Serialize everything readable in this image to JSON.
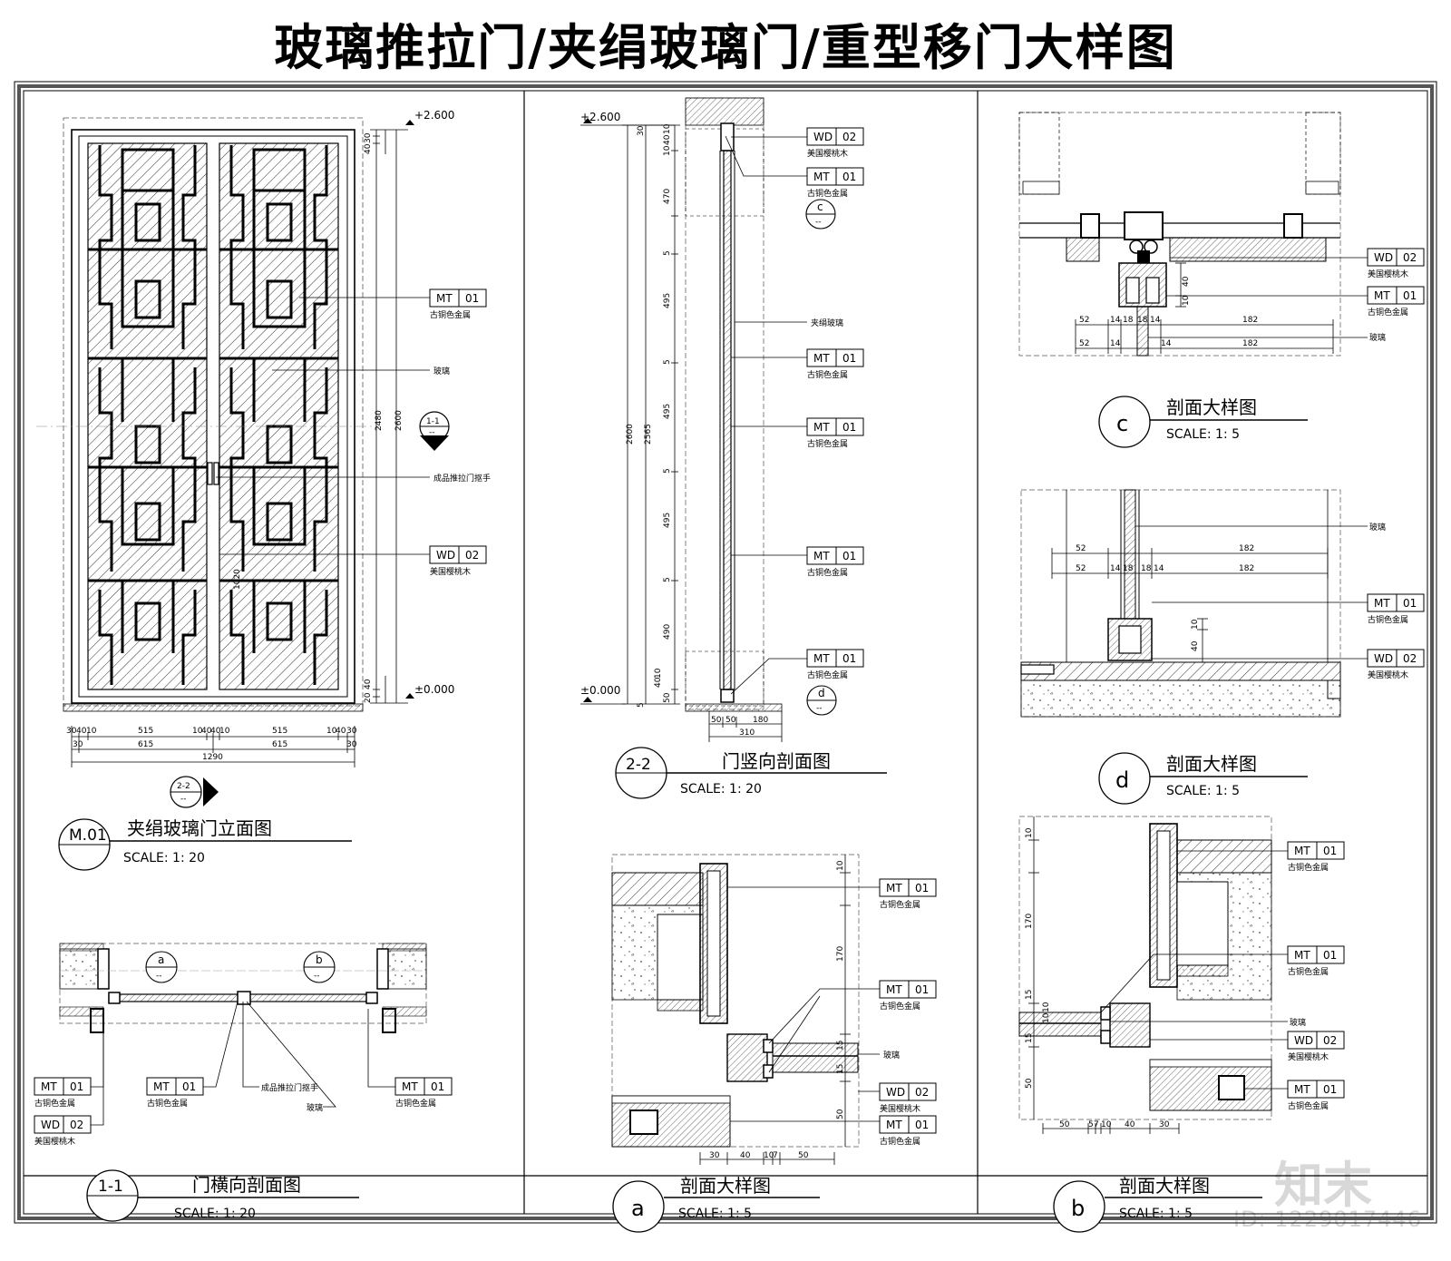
{
  "page_title": "玻璃推拉门/夹绢玻璃门/重型移门大样图",
  "views": {
    "m01": {
      "id": "M.01",
      "title": "夹绢玻璃门立面图",
      "scale": "SCALE: 1: 20"
    },
    "v22": {
      "id": "2-2",
      "title": "门竖向剖面图",
      "scale": "SCALE: 1: 20"
    },
    "c": {
      "id": "c",
      "title": "剖面大样图",
      "scale": "SCALE: 1: 5"
    },
    "d": {
      "id": "d",
      "title": "剖面大样图",
      "scale": "SCALE: 1: 5"
    },
    "v11": {
      "id": "1-1",
      "title": "门横向剖面图",
      "scale": "SCALE: 1: 20"
    },
    "a": {
      "id": "a",
      "title": "剖面大样图",
      "scale": "SCALE: 1: 5"
    },
    "b": {
      "id": "b",
      "title": "剖面大样图",
      "scale": "SCALE: 1: 5"
    }
  },
  "materials": {
    "mt01": {
      "code": "MT",
      "num": "01",
      "desc": "古铜色金属"
    },
    "wd02": {
      "code": "WD",
      "num": "02",
      "desc": "美国樱桃木"
    }
  },
  "labels": {
    "glass": "玻璃",
    "silk_glass": "夹绢玻璃",
    "handle": "成品推拉门抠手"
  },
  "elevations": {
    "top": "+2.600",
    "bottom": "±0.000"
  },
  "section_marks": {
    "s11": "1-1",
    "s22": "2-2",
    "c": "c",
    "d": "d",
    "a": "a",
    "b": "b",
    "dash": "--"
  },
  "dims": {
    "m01_bottom_row1": [
      "30",
      "40",
      "10",
      "515",
      "10",
      "40",
      "40",
      "10",
      "515",
      "10",
      "40",
      "30"
    ],
    "m01_bottom_row2": [
      "30",
      "615",
      "615",
      "30"
    ],
    "m01_total": "1290",
    "m01_right": [
      "30",
      "40",
      "10",
      "2480",
      "2600",
      "20",
      "40",
      "10"
    ],
    "m01_handle": "1020",
    "v22_left": [
      "30",
      "10",
      "40",
      "10",
      "470",
      "5",
      "495",
      "5",
      "495",
      "5",
      "495",
      "5",
      "490",
      "50",
      "40",
      "10",
      "5"
    ],
    "v22_total": "2600",
    "v22_inner": "2565",
    "v22_bottom": [
      "50",
      "50",
      "180"
    ],
    "v22_bottom_total": "310",
    "c_row": [
      "52",
      "14",
      "18",
      "18",
      "14",
      "182"
    ],
    "c_vert": [
      "40",
      "10"
    ],
    "d_row": [
      "52",
      "14",
      "18",
      "18",
      "14",
      "182"
    ],
    "d_vert": [
      "10",
      "40"
    ],
    "a_right": [
      "10",
      "170",
      "15",
      "15",
      "50"
    ],
    "a_bottom": [
      "30",
      "40",
      "10",
      "7",
      "50"
    ],
    "b_left": [
      "10",
      "170",
      "15",
      "10",
      "10",
      "15",
      "50"
    ],
    "b_bottom": [
      "50",
      "5",
      "7",
      "10",
      "40",
      "30"
    ]
  },
  "watermark": {
    "logo": "知末",
    "id": "ID: 1229017446"
  }
}
